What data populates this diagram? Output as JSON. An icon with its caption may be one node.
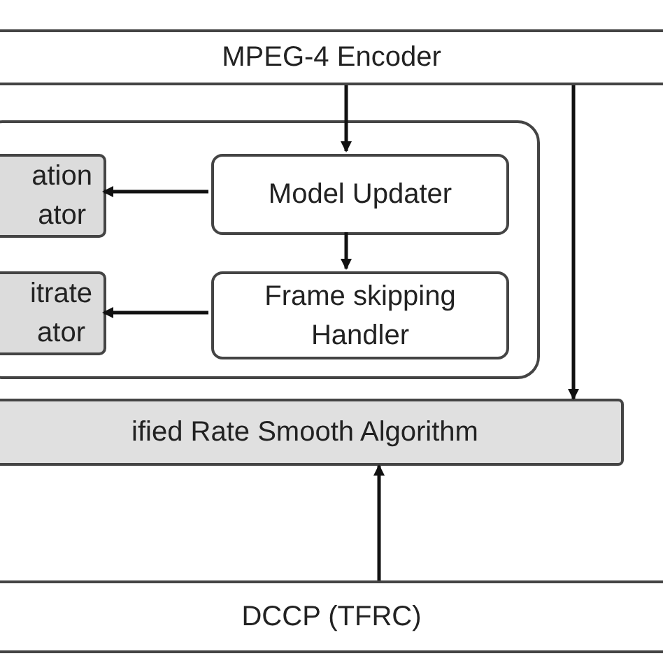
{
  "diagram": {
    "nodes": [
      {
        "text": [
          "MPEG-4 Encoder"
        ]
      },
      {
        "text": [],
        "shape": "box"
      },
      {
        "text": [
          "ation ator"
        ],
        "in": 1
      },
      {
        "text": [
          "Model Updater"
        ],
        "in": 1
      },
      {
        "text": [
          "itrate ator"
        ],
        "in": 1
      },
      {
        "text": [
          "Frame skipping Handler"
        ],
        "in": 1
      },
      {
        "text": [
          "ified Rate Smooth Algorithm"
        ]
      },
      {
        "text": [
          "DCCP (TFRC)"
        ]
      }
    ],
    "edges": [
      {
        "from": 0,
        "to": 3,
        "arrow": "to"
      },
      {
        "from": 3,
        "to": 2,
        "arrow": "to"
      },
      {
        "from": 3,
        "to": 5,
        "arrow": "to"
      },
      {
        "from": 5,
        "to": 4,
        "arrow": "to"
      },
      {
        "from": 0,
        "to": 6,
        "arrow": "to"
      },
      {
        "from": 7,
        "to": 6,
        "arrow": "to"
      }
    ]
  }
}
